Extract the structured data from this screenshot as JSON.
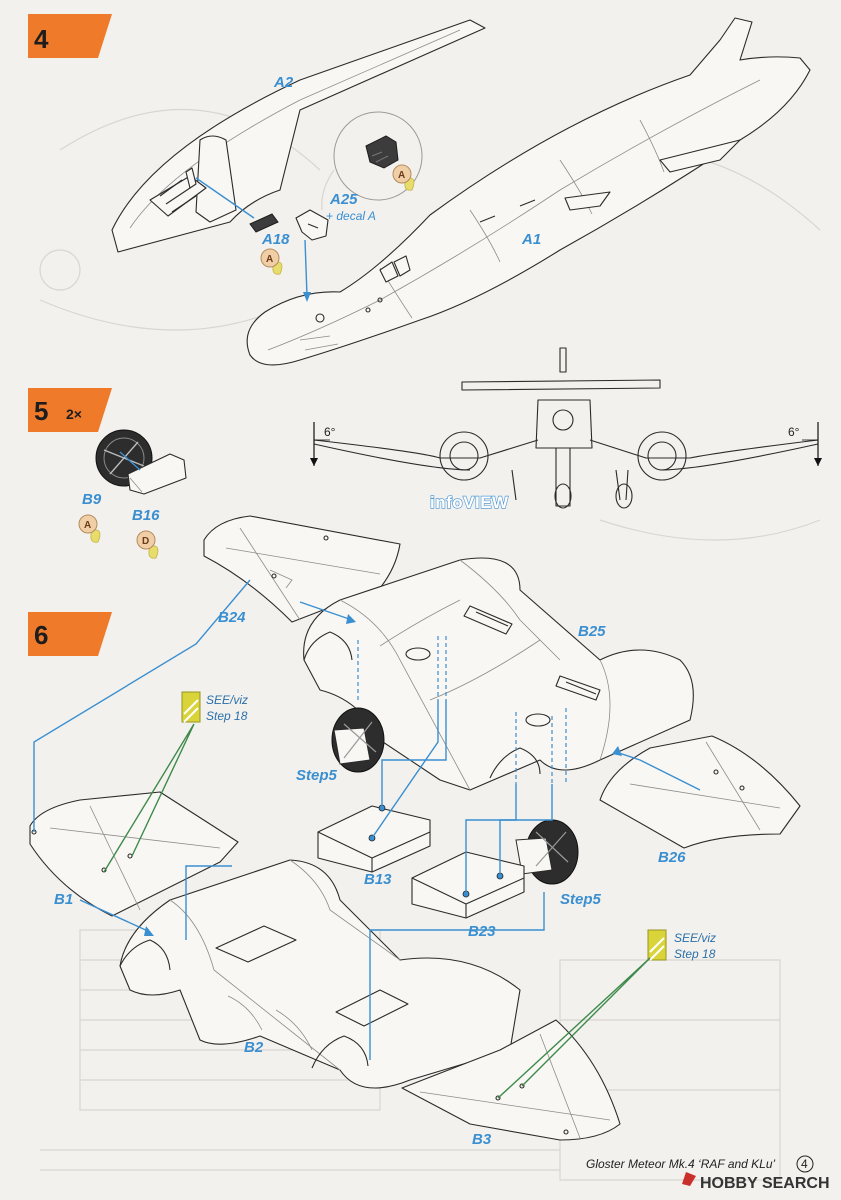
{
  "steps": {
    "step4": {
      "number": "4"
    },
    "step5": {
      "number": "5",
      "multiplier": "2×"
    },
    "step6": {
      "number": "6"
    }
  },
  "labels": {
    "a2": "A2",
    "a1": "A1",
    "a25": "A25",
    "decal_a": "+ decal A",
    "a18": "A18",
    "b9": "B9",
    "b16": "B16",
    "b24": "B24",
    "b25": "B25",
    "b26": "B26",
    "b1": "B1",
    "b2": "B2",
    "b3": "B3",
    "b13": "B13",
    "b23": "B23",
    "step5_left": "Step5",
    "step5_right": "Step5"
  },
  "see_notes": {
    "left": {
      "line1": "SEE/viz",
      "line2": "Step 18"
    },
    "right": {
      "line1": "SEE/viz",
      "line2": "Step 18"
    }
  },
  "color_badges": [
    "A",
    "A",
    "A",
    "D"
  ],
  "info_view": {
    "label": "infoVIEW",
    "angle_left": "6°",
    "angle_right": "6°"
  },
  "footer": {
    "title": "Gloster Meteor Mk.4 ‘RAF and KLu’",
    "page": "4"
  },
  "watermark": {
    "text": "HOBBY SEARCH"
  },
  "colors": {
    "accent_blue": "#3a8fd1",
    "step_orange": "#ee7a2a",
    "badge_fill": "#f1cfa6",
    "badge_drop": "#e8dc6b",
    "see_stripe": "#d9d43a",
    "green_line": "#3d8a4a"
  }
}
